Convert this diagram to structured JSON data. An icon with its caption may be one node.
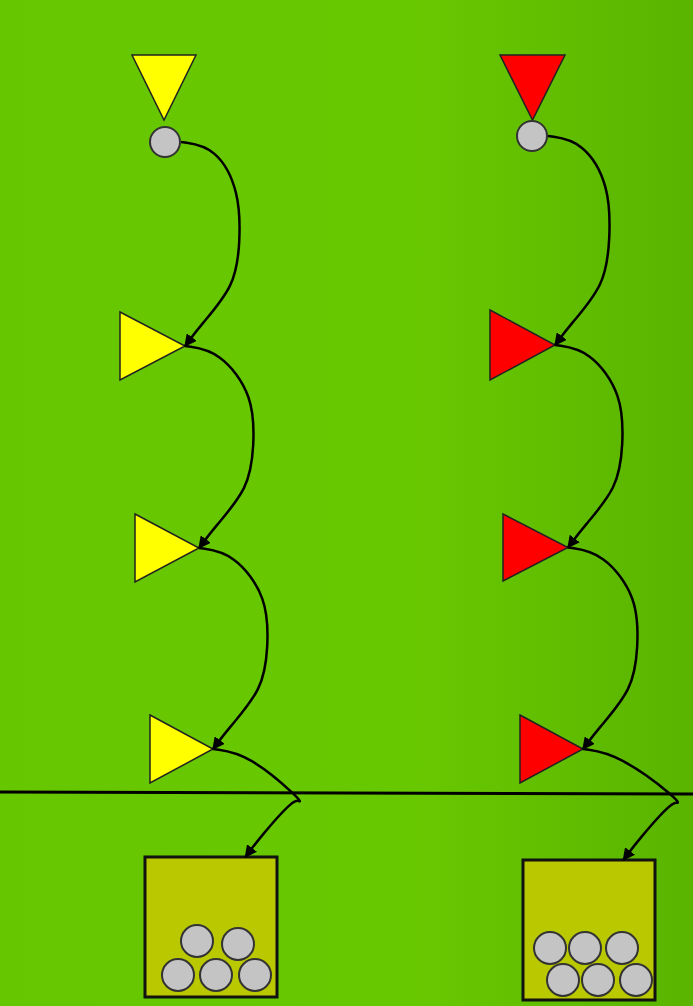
{
  "diagram": {
    "nodes": [
      {
        "text": [],
        "shape": "triangle"
      },
      {
        "text": [],
        "shape": "circle"
      },
      {
        "text": [],
        "shape": "triangle"
      },
      {
        "text": [],
        "shape": "triangle"
      },
      {
        "text": [],
        "shape": "triangle"
      },
      {
        "text": [],
        "shape": "box"
      },
      {
        "text": [],
        "shape": "triangle"
      },
      {
        "text": [],
        "shape": "circle"
      },
      {
        "text": [],
        "shape": "triangle"
      },
      {
        "text": [],
        "shape": "triangle"
      },
      {
        "text": [],
        "shape": "triangle"
      },
      {
        "text": [],
        "shape": "box"
      }
    ],
    "edges": [
      {
        "from": 1,
        "to": 2,
        "arrow": "to"
      },
      {
        "from": 2,
        "to": 3,
        "arrow": "to"
      },
      {
        "from": 3,
        "to": 4,
        "arrow": "to"
      },
      {
        "from": 4,
        "to": 5,
        "arrow": "to"
      },
      {
        "from": 7,
        "to": 8,
        "arrow": "to"
      },
      {
        "from": 8,
        "to": 9,
        "arrow": "to"
      },
      {
        "from": 9,
        "to": 10,
        "arrow": "to"
      },
      {
        "from": 10,
        "to": 11,
        "arrow": "to"
      }
    ]
  }
}
